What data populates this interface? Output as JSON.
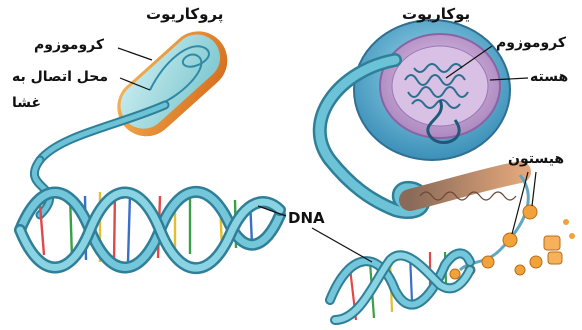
{
  "prokaryote": {
    "title": "پروکاریوت",
    "chromosome_label": "کروموزوم",
    "attachment_label_line1": "محل اتصال به",
    "attachment_label_line2": "غشا"
  },
  "eukaryote": {
    "title": "یوکاریوت",
    "chromosome_label": "کروموزوم",
    "nucleus_label": "هسته",
    "histone_label": "هیستون"
  },
  "dna_label": "DNA",
  "colors": {
    "helix": "#5fb6cc",
    "helix_dark": "#2f7f98",
    "cell_orange": "#e8892a",
    "cytoplasm": "#8fd1d6",
    "nucleus": "#c9a6d6",
    "histone": "#f2a23a",
    "chromatin_fiber": "#c98a55"
  }
}
